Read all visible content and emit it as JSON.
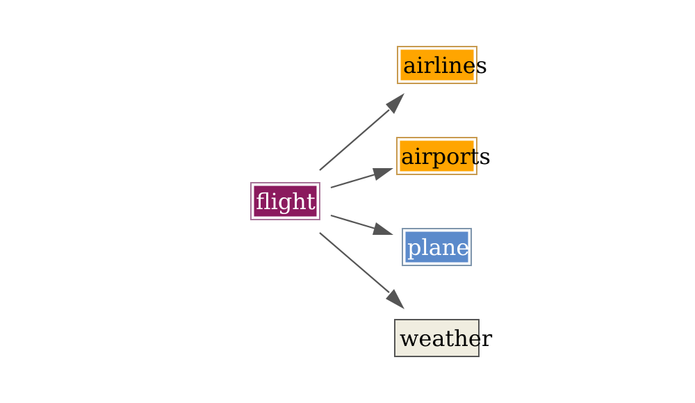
{
  "nodes": {
    "flight": {
      "label": "flight",
      "fill": "#8B1A5E",
      "border": "#A77398",
      "text_color": "#FFFFFF",
      "double_border": true
    },
    "airlines": {
      "label": "airlines",
      "fill": "#FFA500",
      "border": "#C89A4E",
      "text_color": "#000000",
      "double_border": true
    },
    "airports": {
      "label": "airports",
      "fill": "#FFA500",
      "border": "#C89A4E",
      "text_color": "#000000",
      "double_border": true
    },
    "plane": {
      "label": "plane",
      "fill": "#5B8ACB",
      "border": "#7E95AC",
      "text_color": "#FFFFFF",
      "double_border": true
    },
    "weather": {
      "label": "weather",
      "fill": "#F0EDE0",
      "border": "#555555",
      "text_color": "#000000",
      "double_border": false
    }
  },
  "edges": [
    {
      "from": "flight",
      "to": "airlines"
    },
    {
      "from": "flight",
      "to": "airports"
    },
    {
      "from": "flight",
      "to": "plane"
    },
    {
      "from": "flight",
      "to": "weather"
    }
  ],
  "colors": {
    "edge": "#555555",
    "background": "#FFFFFF"
  }
}
